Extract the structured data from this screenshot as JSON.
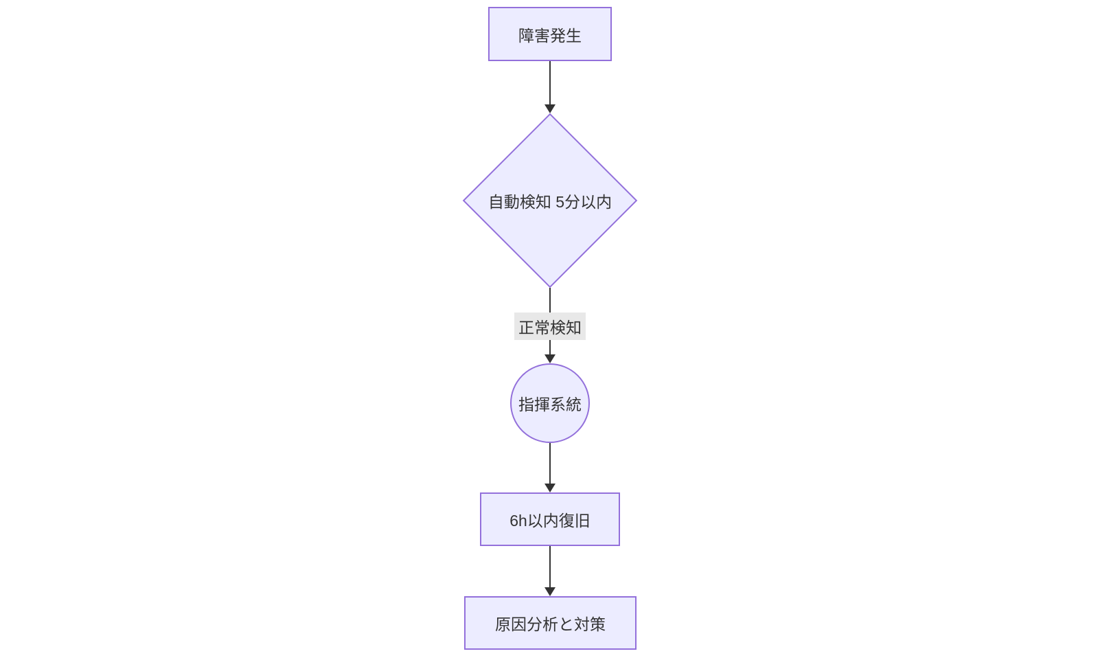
{
  "diagram": {
    "type": "flowchart",
    "direction": "top-to-bottom",
    "nodes": [
      {
        "id": "A",
        "shape": "rectangle",
        "label": "障害発生"
      },
      {
        "id": "B",
        "shape": "diamond",
        "label": "自動検知 5分以内"
      },
      {
        "id": "C",
        "shape": "circle",
        "label": "指揮系統"
      },
      {
        "id": "D",
        "shape": "rectangle",
        "label": "6h以内復旧"
      },
      {
        "id": "E",
        "shape": "rectangle",
        "label": "原因分析と対策"
      }
    ],
    "edges": [
      {
        "from": "A",
        "to": "B",
        "label": ""
      },
      {
        "from": "B",
        "to": "C",
        "label": "正常検知"
      },
      {
        "from": "C",
        "to": "D",
        "label": ""
      },
      {
        "from": "D",
        "to": "E",
        "label": ""
      }
    ],
    "colors": {
      "node_fill": "#ECECFF",
      "node_border": "#9370DB",
      "text": "#333333",
      "edge": "#333333",
      "edge_label_bg": "#e8e8e8",
      "background": "#ffffff"
    }
  }
}
